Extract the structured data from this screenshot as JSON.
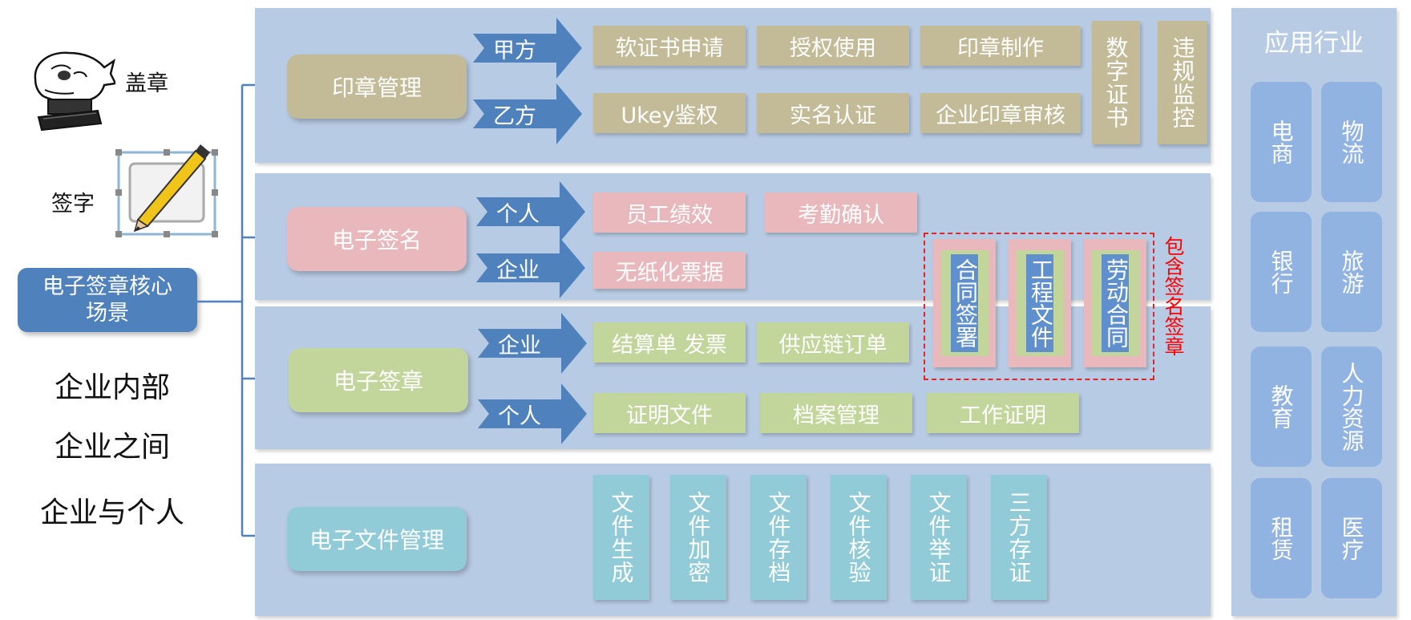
{
  "core": {
    "label": "电子签章核心场景",
    "line1": "电子签章核心",
    "line2": "场景"
  },
  "scenarios": [
    "企业内部",
    "企业之间",
    "企业与个人"
  ],
  "icons": {
    "stamp_label": "盖章",
    "sign_label": "签字"
  },
  "seal": {
    "title": "印章管理",
    "party_a": "甲方",
    "party_b": "乙方",
    "items_a": [
      "软证书申请",
      "授权使用",
      "印章制作"
    ],
    "items_b": [
      "Ukey鉴权",
      "实名认证",
      "企业印章审核"
    ],
    "vertical": [
      "数字证书",
      "违规监控"
    ]
  },
  "signature": {
    "title": "电子签名",
    "personal": "个人",
    "enterprise": "企业",
    "items_personal": [
      "员工绩效",
      "考勤确认"
    ],
    "items_enterprise": [
      "无纸化票据"
    ]
  },
  "contracts": {
    "items": [
      "合同签署",
      "工程文件",
      "劳动合同"
    ],
    "note": "包含签名签章"
  },
  "e_stamp": {
    "title": "电子签章",
    "enterprise": "企业",
    "personal": "个人",
    "items_enterprise": [
      "结算单 发票",
      "供应链订单"
    ],
    "items_personal": [
      "证明文件",
      "档案管理",
      "工作证明"
    ]
  },
  "file_mgmt": {
    "title": "电子文件管理",
    "items": [
      "文件生成",
      "文件加密",
      "文件存档",
      "文件核验",
      "文件举证",
      "三方存证"
    ]
  },
  "industries": {
    "title": "应用行业",
    "items": [
      "电商",
      "物流",
      "银行",
      "旅游",
      "教育",
      "人力资源",
      "租赁",
      "医疗"
    ]
  },
  "colors": {
    "panel": "#b8cbe4",
    "core": "#4f81bd",
    "seal": "#c3bb97",
    "signature": "#e8b8bd",
    "e_stamp": "#c2d69c",
    "file": "#92cbd8",
    "arrow": "#4f81bd",
    "note": "#ff0000"
  }
}
